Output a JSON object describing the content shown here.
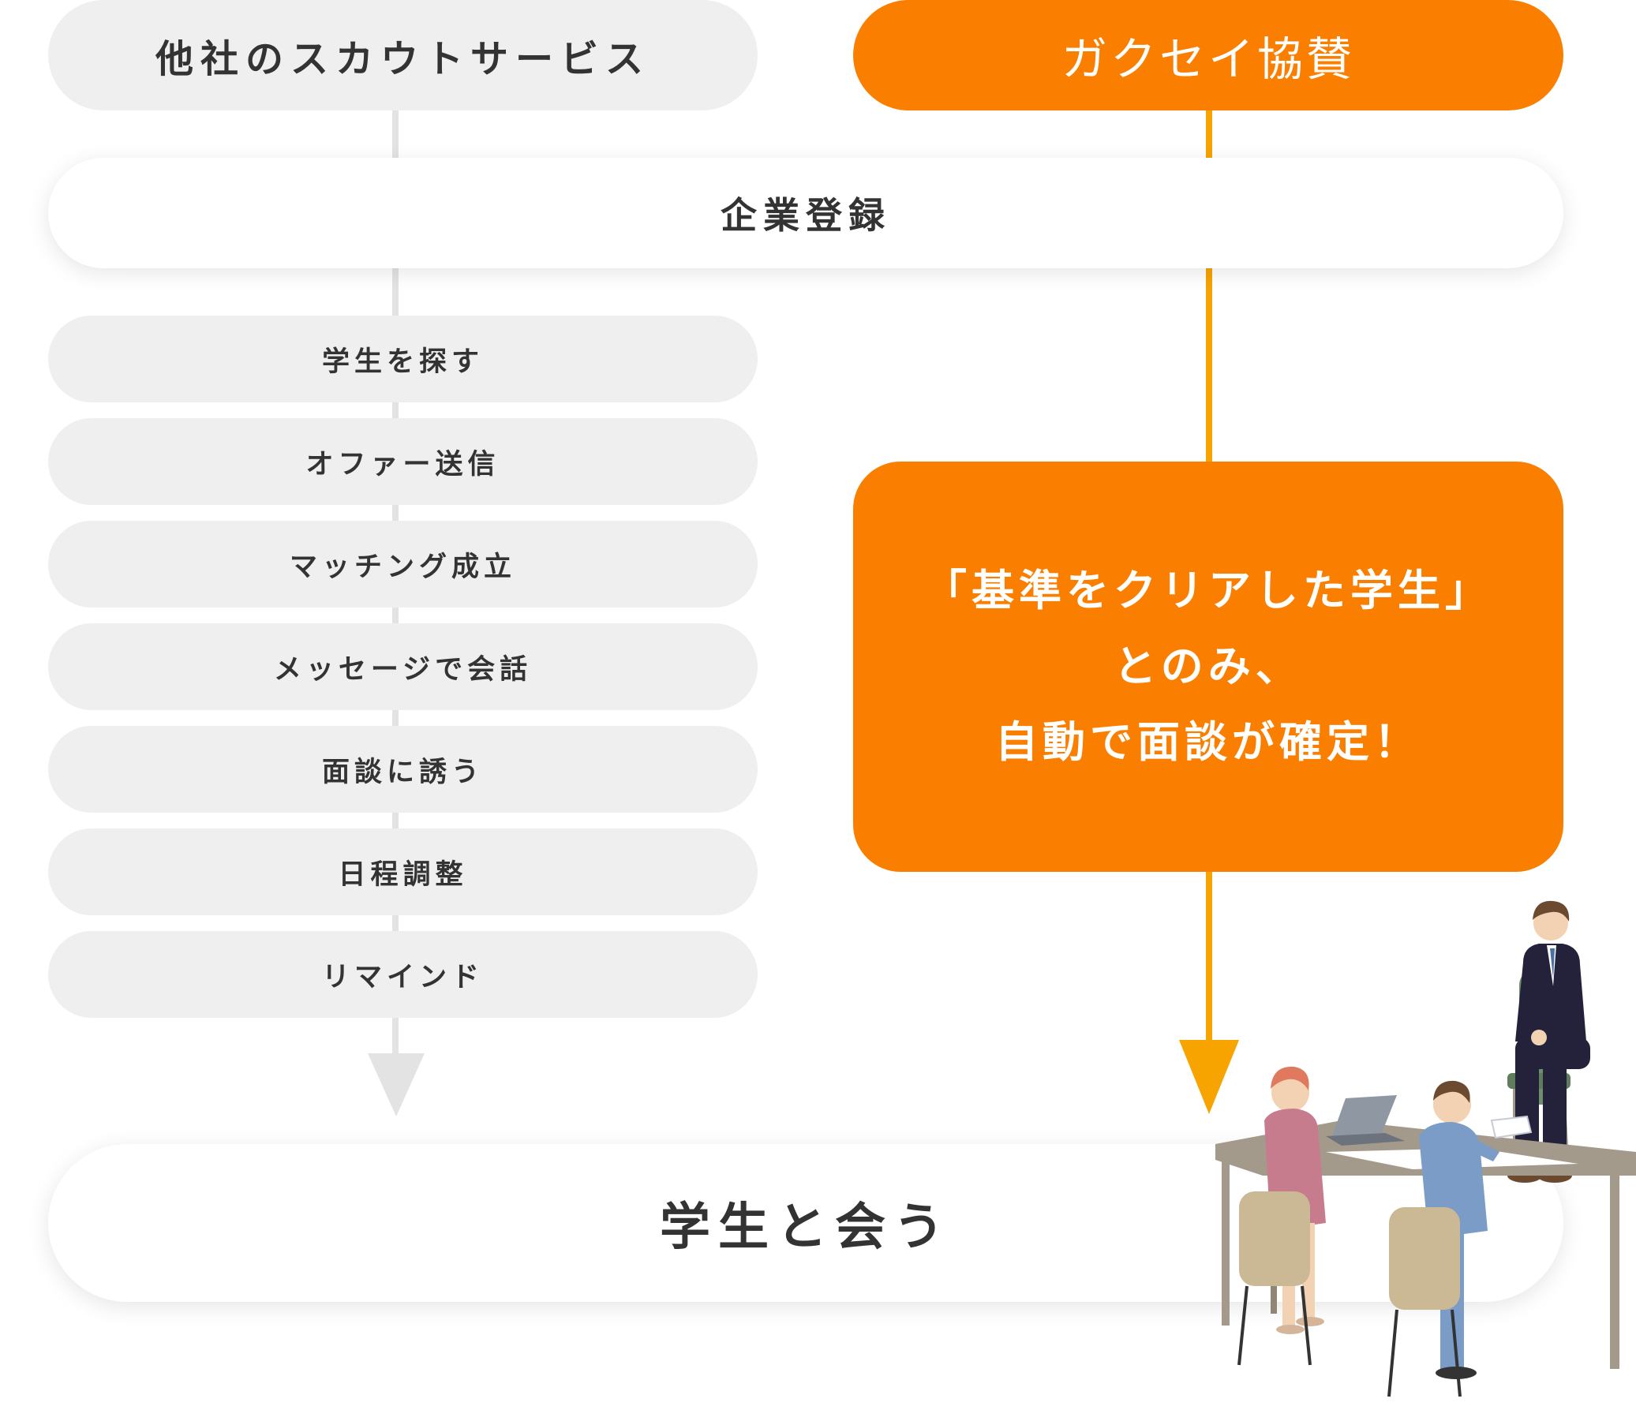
{
  "headers": {
    "other": "他社のスカウトサービス",
    "gakusei": "ガクセイ協賛"
  },
  "register": "企業登録",
  "steps": [
    "学生を探す",
    "オファー送信",
    "マッチング成立",
    "メッセージで会話",
    "面談に誘う",
    "日程調整",
    "リマインド"
  ],
  "highlight": {
    "line1": "「基準をクリアした学生」",
    "line2": "とのみ、",
    "line3": "自動で面談が確定！"
  },
  "goal": "学生と会う",
  "colors": {
    "orange": "#fa7f00",
    "orange_line": "#f7a300",
    "gray_bg": "#efefef",
    "gray_line": "#e3e3e3",
    "text": "#333333"
  }
}
